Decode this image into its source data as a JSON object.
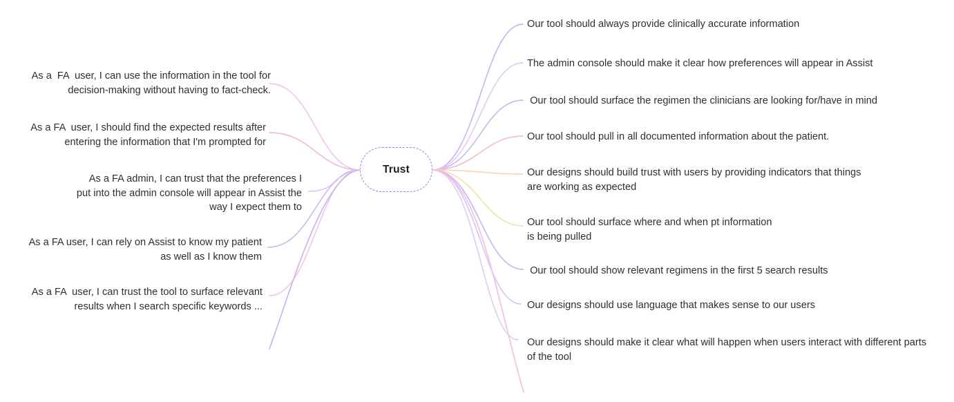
{
  "node": {
    "label": "Trust"
  },
  "colors": {
    "background": "#ffffff",
    "node_border": "#9d7ce9",
    "node_text": "#1f1f1f",
    "leaf_text": "#2f2f2f"
  },
  "left_items": [
    {
      "text": "As a  FA  user, I can use the information in the tool for\ndecision-making without having to fact-check."
    },
    {
      "text": "As a FA  user, I should find the expected results after\nentering the information that I'm prompted for"
    },
    {
      "text": "As a FA admin, I can trust that the preferences I\nput into the admin console will appear in Assist the\nway I expect them to"
    },
    {
      "text": "As a FA user, I can rely on Assist to know my patient\nas well as I know them"
    },
    {
      "text": "As a FA  user, I can trust the tool to surface relevant\nresults when I search specific keywords ..."
    }
  ],
  "right_items": [
    {
      "text": "Our tool should always provide clinically accurate information"
    },
    {
      "text": "The admin console should make it clear how preferences will appear in Assist"
    },
    {
      "text": " Our tool should surface the regimen the clinicians are looking for/have in mind"
    },
    {
      "text": "Our tool should pull in all documented information about the patient."
    },
    {
      "text": "Our designs should build trust with users by providing indicators that things\nare working as expected"
    },
    {
      "text": "Our tool should surface where and when pt information\nis being pulled"
    },
    {
      "text": " Our tool should show relevant regimens in the first 5 search results"
    },
    {
      "text": "Our designs should use language that makes sense to our users"
    },
    {
      "text": "Our designs should make it clear what will happen when users interact with different parts\nof the tool"
    }
  ],
  "connector_colors": {
    "left": [
      "#f2c6ef",
      "#f0bcd4",
      "#d7c9f5",
      "#cdbcf2",
      "#f6c6e8",
      "#cbb5f0"
    ],
    "right": [
      "#c9b8f2",
      "#e6ccf2",
      "#cbbaf3",
      "#f4bdd2",
      "#f8d6bd",
      "#f3e2ac",
      "#c9b8f2",
      "#d6c6f3",
      "#e3ccf1",
      "#f2bfe4"
    ]
  }
}
